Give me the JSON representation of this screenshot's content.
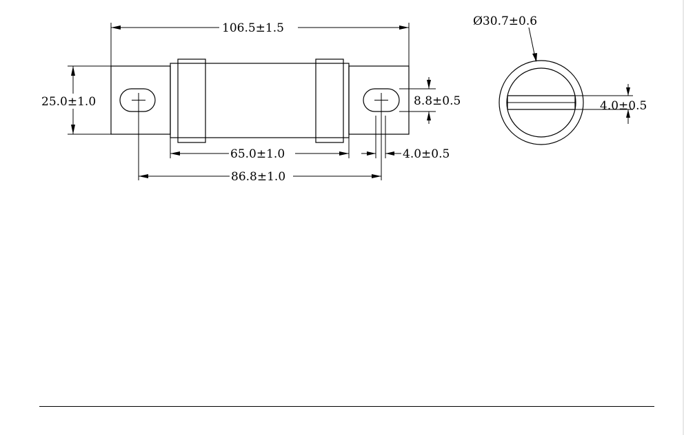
{
  "drawing": {
    "dimensions": {
      "overall_length": "106.5±1.5",
      "height": "25.0±1.0",
      "slot_width": "8.8±0.5",
      "body_length": "65.0±1.0",
      "hole_pitch": "86.8±1.0",
      "tab_thickness": "4.0±0.5",
      "diameter": "Ø30.7±0.6",
      "end_slot": "4.0±0.5"
    }
  },
  "colors": {
    "line": "#000000",
    "background": "#ffffff"
  }
}
